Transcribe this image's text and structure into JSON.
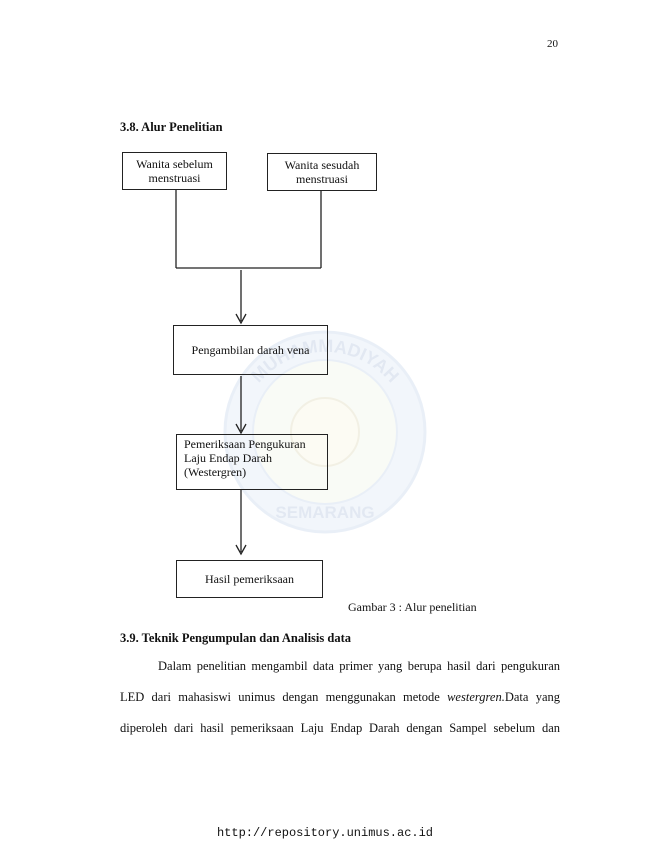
{
  "page_number": "20",
  "section_38": {
    "heading": "3.8. Alur Penelitian"
  },
  "diagram": {
    "box_before_line1": "Wanita  sebelum",
    "box_before_line2": "menstruasi",
    "box_after_line1": "Wanita sesudah",
    "box_after_line2": "menstruasi",
    "box_blood": "Pengambilan darah vena",
    "box_exam_line1": "Pemeriksaan Pengukuran",
    "box_exam_line2": "Laju Endap Darah",
    "box_exam_line3": "(Westergren)",
    "box_result": "Hasil pemeriksaan",
    "caption": "Gambar 3 :  Alur penelitian"
  },
  "watermark": {
    "text_top": "MUHAMMADIYAH",
    "text_bottom": "SEMARANG"
  },
  "section_39": {
    "heading": "3.9. Teknik Pengumpulan dan Analisis data",
    "line1": "Dalam penelitian mengambil data primer yang berupa hasil dari pengukuran",
    "line2_a": "LED dari mahasiswi unimus dengan menggunakan metode ",
    "line2_italic": "westergren.",
    "line2_b": "Data yang",
    "line3": "diperoleh dari hasil pemeriksaan Laju Endap Darah dengan Sampel sebelum dan"
  },
  "footer": {
    "url": "http://repository.unimus.ac.id"
  }
}
